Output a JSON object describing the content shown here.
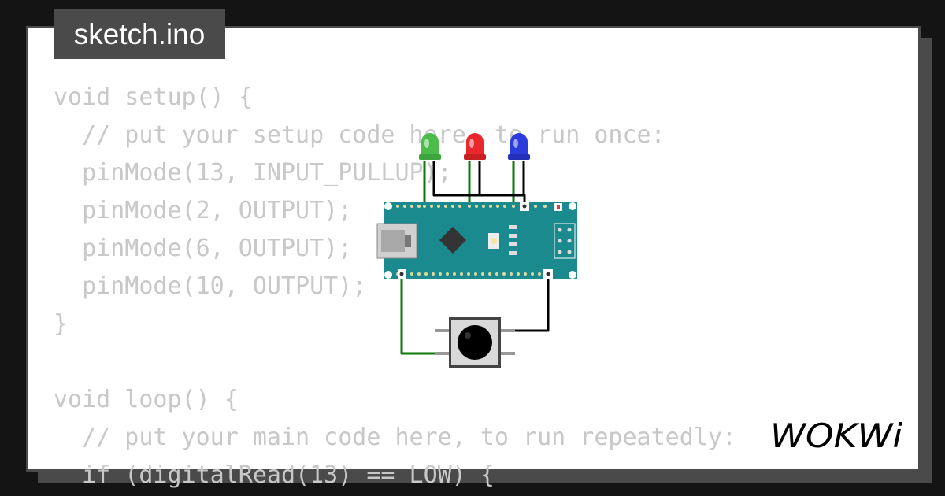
{
  "tab": {
    "filename": "sketch.ino"
  },
  "code_lines": [
    "void setup() {",
    "  // put your setup code here, to run once:",
    "  pinMode(13, INPUT_PULLUP);",
    "  pinMode(2, OUTPUT);",
    "  pinMode(6, OUTPUT);",
    "  pinMode(10, OUTPUT);",
    "}",
    "",
    "void loop() {",
    "  // put your main code here, to run repeatedly:",
    "  if (digitalRead(13) == LOW) {"
  ],
  "brand": {
    "logo_text": "WOKWi"
  },
  "circuit": {
    "leds": [
      {
        "color_name": "green",
        "color": "#4cbb4c"
      },
      {
        "color_name": "red",
        "color": "#e8282c"
      },
      {
        "color_name": "blue",
        "color": "#2c3cdc"
      }
    ],
    "board_color": "#1a8a8e",
    "wire_colors": {
      "signal": "#0a7a0a",
      "ground": "#000000"
    }
  }
}
